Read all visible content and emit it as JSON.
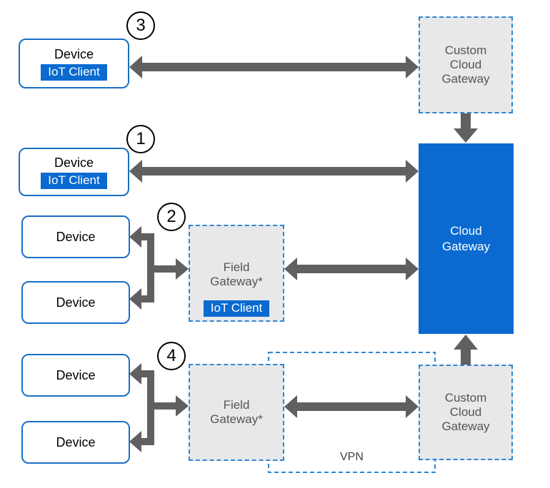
{
  "scenarios": {
    "s3": {
      "badge": "3",
      "device": {
        "label": "Device",
        "client": "IoT Client"
      },
      "custom_gateway": "Custom Cloud Gateway"
    },
    "s1": {
      "badge": "1",
      "device": {
        "label": "Device",
        "client": "IoT Client"
      }
    },
    "s2": {
      "badge": "2",
      "devices": [
        "Device",
        "Device"
      ],
      "field_gateway": {
        "label": "Field Gateway*",
        "client": "IoT Client"
      }
    },
    "s4": {
      "badge": "4",
      "devices": [
        "Device",
        "Device"
      ],
      "field_gateway": "Field Gateway*",
      "custom_gateway": "Custom Cloud Gateway",
      "vpn_label": "VPN"
    }
  },
  "cloud_gateway": "Cloud Gateway",
  "colors": {
    "device_border": "#1a6fc4",
    "client_fill": "#0a6ad0",
    "cloud_fill": "#0a6ad0",
    "gateway_fill": "#e8e8ea",
    "gateway_border": "#2e86d3",
    "arrow": "#606060"
  }
}
